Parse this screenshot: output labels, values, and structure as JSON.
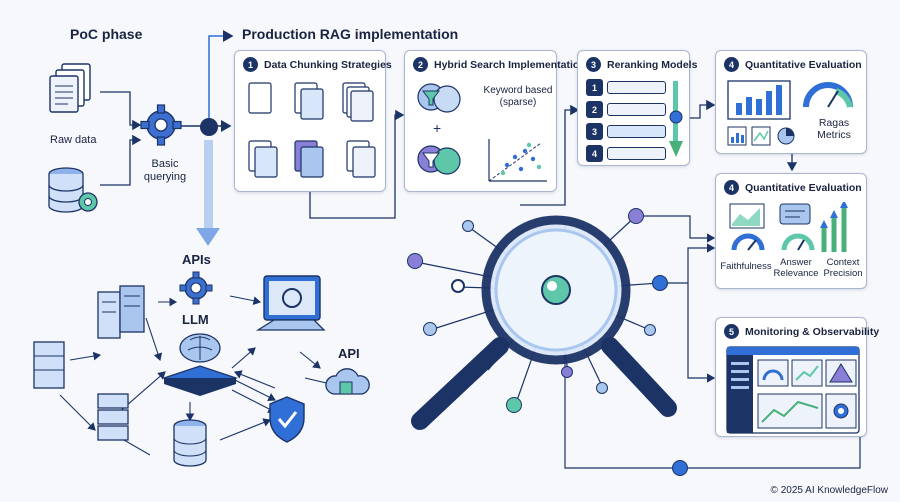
{
  "poc": {
    "title": "PoC phase",
    "raw_data_label": "Raw data",
    "basic_querying_label": "Basic querying"
  },
  "production": {
    "title": "Production RAG implementation"
  },
  "steps": [
    {
      "number": "1",
      "title": "Data Chunking Strategies"
    },
    {
      "number": "2",
      "title": "Hybrid Search Implementation",
      "keyword_label": "Keyword based (sparse)"
    },
    {
      "number": "3",
      "title": "Reranking Models",
      "items": [
        "1",
        "2",
        "3",
        "4"
      ]
    },
    {
      "number": "4",
      "title": "Quantitative Evaluation",
      "metrics_label": "Ragas Metrics"
    },
    {
      "number": "4",
      "title": "Quantitative Evaluation",
      "metrics": [
        "Faithfulness",
        "Answer Relevance",
        "Context Precision"
      ]
    },
    {
      "number": "5",
      "title": "Monitoring & Observability"
    }
  ],
  "architecture": {
    "apis_label": "APIs",
    "llm_label": "LLM",
    "api_label": "API"
  },
  "footer": {
    "copyright": "© 2025 AI KnowledgeFlow"
  },
  "colors": {
    "navy": "#1c3366",
    "blue": "#2f6fd6",
    "light_blue": "#a9c6ee",
    "teal": "#5fc7a9",
    "purple": "#8a7fd6",
    "green": "#49b07a"
  }
}
